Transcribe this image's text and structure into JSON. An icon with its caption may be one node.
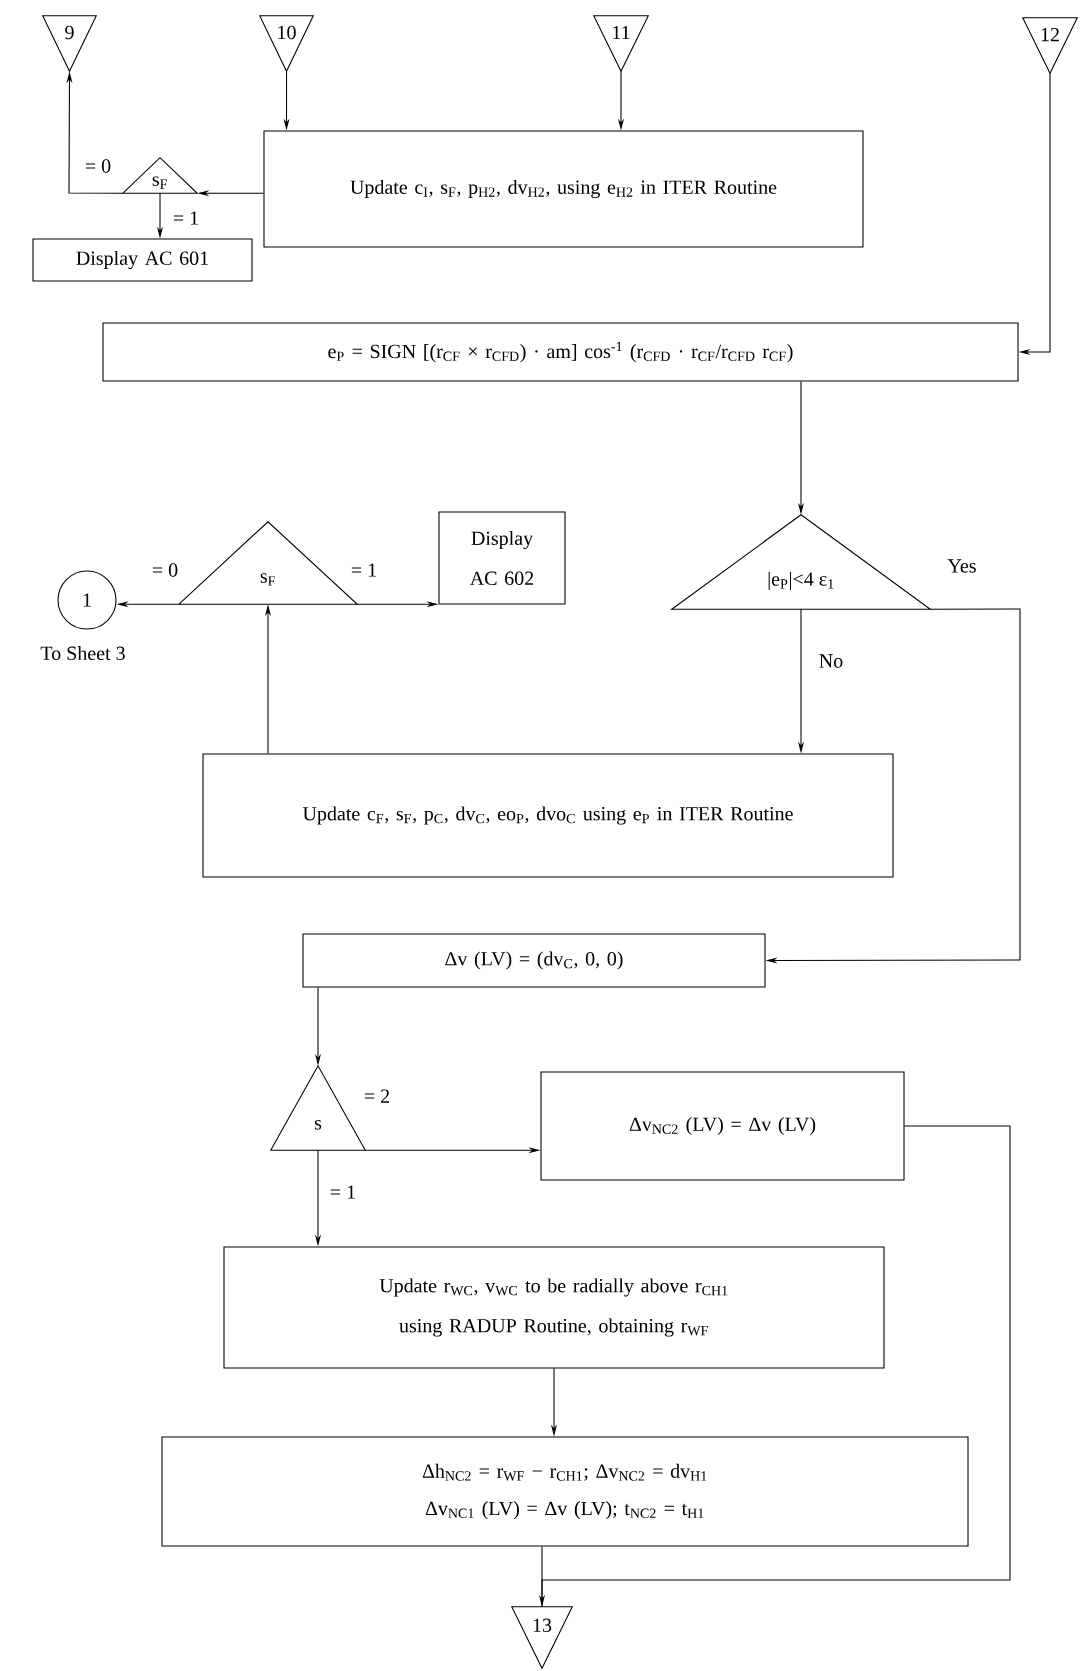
{
  "diagram": {
    "nodes": [
      {
        "text": [
          "9"
        ]
      },
      {
        "text": [
          "10"
        ]
      },
      {
        "text": [
          "11"
        ]
      },
      {
        "text": [
          "12"
        ]
      },
      {
        "text": [
          "Update c$_{I}$, s$_{F}$, p$_{H2}$, dv$_{H2}$, using e$_{H2}$ in ITER Routine"
        ]
      },
      {
        "text": [
          "s$_{F}$"
        ]
      },
      {
        "text": [
          "Display AC 601"
        ]
      },
      {
        "text": [
          "e$_{P}$ = SIGN [(r$_{CF}$ × r$_{CFD}$) · am] cos$^{-1}$ (r$_{CFD}$ · r$_{CF}$/r$_{CFD}$ r$_{CF}$)"
        ]
      },
      {
        "text": [
          "|e$_{P}$|<4 ε$_{1}$"
        ]
      },
      {
        "text": [
          "s$_{F}$"
        ]
      },
      {
        "text": [
          "1"
        ],
        "beside": [
          "To Sheet 3"
        ]
      },
      {
        "text": [
          "Display AC 602"
        ]
      },
      {
        "text": [
          "Update c$_{F}$, s$_{F}$, p$_{C}$, dv$_{C}$, eo$_{P}$, dvo$_{C}$ using e$_{P}$ in ITER Routine"
        ]
      },
      {
        "text": [
          "Δv (LV) = (dv$_{C}$, 0, 0)"
        ]
      },
      {
        "text": [
          "s"
        ]
      },
      {
        "text": [
          "Δv$_{NC2}$ (LV) = Δv (LV)"
        ]
      },
      {
        "text": [
          "Update r$_{WC}$, v$_{WC}$ to be radially above r$_{CH1}$ using RADUP Routine, obtaining r$_{WF}$"
        ]
      },
      {
        "text": [
          "Δh$_{NC2}$ = r$_{WF}$ − r$_{CH1}$; Δv$_{NC2}$ = dv$_{H1}$",
          "Δv$_{NC1}$ (LV) = Δv (LV); t$_{NC2}$ = t$_{H1}$"
        ]
      },
      {
        "text": [
          "13"
        ]
      }
    ],
    "edges": [
      {
        "from": 1,
        "to": 4,
        "arrow": "to"
      },
      {
        "from": 2,
        "to": 4,
        "arrow": "to"
      },
      {
        "from": 4,
        "to": 5,
        "arrow": "to"
      },
      {
        "from": 5,
        "to": 0,
        "arrow": "to",
        "label": "= 0"
      },
      {
        "from": 5,
        "to": 6,
        "arrow": "to",
        "label": "= 1"
      },
      {
        "from": 3,
        "to": 7,
        "arrow": "to"
      },
      {
        "from": 7,
        "to": 8,
        "arrow": "to"
      },
      {
        "from": 8,
        "to": 13,
        "arrow": "to",
        "label": "Yes"
      },
      {
        "from": 8,
        "to": 12,
        "arrow": "to",
        "label": "No"
      },
      {
        "from": 12,
        "to": 9,
        "arrow": "to"
      },
      {
        "from": 9,
        "to": 10,
        "arrow": "to",
        "label": "= 0"
      },
      {
        "from": 9,
        "to": 11,
        "arrow": "to",
        "label": "= 1"
      },
      {
        "from": 13,
        "to": 14,
        "arrow": "to"
      },
      {
        "from": 14,
        "to": 15,
        "arrow": "to",
        "label": "= 2"
      },
      {
        "from": 14,
        "to": 16,
        "arrow": "to",
        "label": "= 1"
      },
      {
        "from": 15,
        "to": 18,
        "arrow": "to"
      },
      {
        "from": 16,
        "to": 17,
        "arrow": "to"
      },
      {
        "from": 17,
        "to": 18,
        "arrow": "none"
      }
    ]
  }
}
